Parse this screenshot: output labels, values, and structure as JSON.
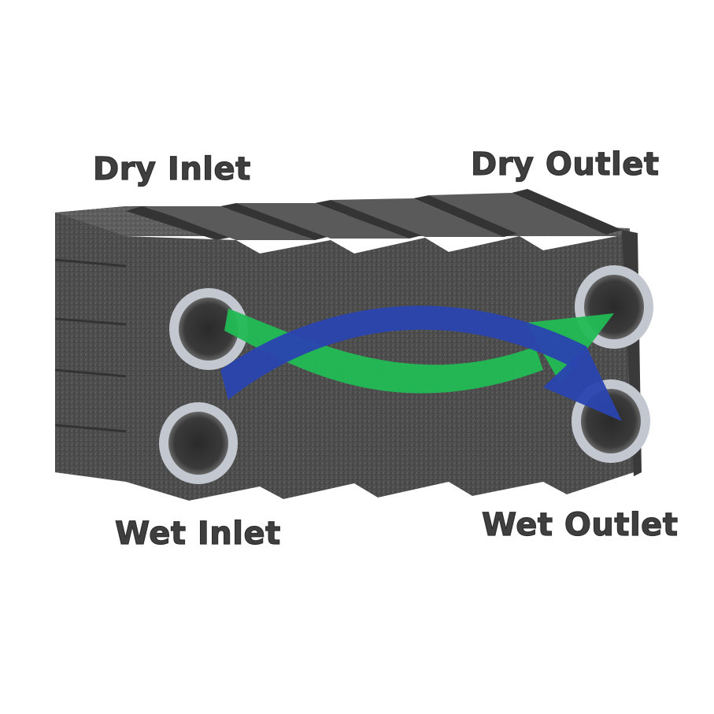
{
  "labels": {
    "dry_inlet": "Dry Inlet",
    "dry_outlet": "Dry Outlet",
    "wet_inlet": "Wet Inlet",
    "wet_outlet": "Wet Outlet"
  },
  "colors": {
    "background": "#ffffff",
    "block_body": "#505050",
    "block_top": "#5e5e5e",
    "block_groove": "#3c3c3c",
    "dry_flow_arrow": "#22bb55",
    "wet_flow_arrow": "#2a45b0",
    "port_ring": "#b8bcc4",
    "label_text": "#3f3f3f"
  },
  "icons": {
    "dry_flow": "green-flow-arrow-icon",
    "wet_flow": "blue-flow-arrow-icon"
  }
}
